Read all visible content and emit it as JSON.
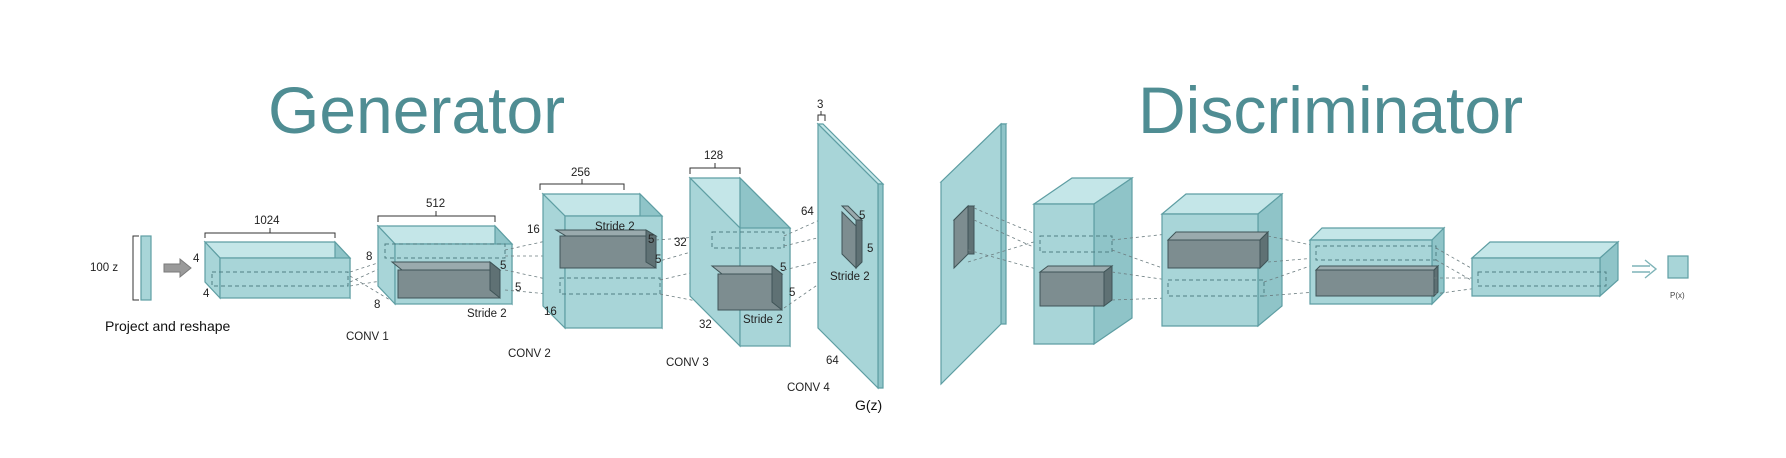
{
  "titles": {
    "generator": "Generator",
    "discriminator": "Discriminator"
  },
  "input": {
    "label": "100 z",
    "project_label": "Project and reshape"
  },
  "generator": {
    "block0": {
      "width": "1024",
      "d1": "4",
      "d2": "4"
    },
    "conv1": {
      "name": "CONV 1",
      "width": "512",
      "d1": "8",
      "d2": "8",
      "k1": "5",
      "k2": "5",
      "stride": "Stride 2"
    },
    "conv2": {
      "name": "CONV 2",
      "width": "256",
      "d1": "16",
      "d2": "16",
      "k1": "5",
      "k2": "5",
      "stride": "Stride 2"
    },
    "conv3": {
      "name": "CONV 3",
      "width": "128",
      "d1": "32",
      "d2": "32",
      "k1": "5",
      "k2": "5",
      "stride": "Stride 2"
    },
    "conv4": {
      "name": "CONV 4",
      "width": "3",
      "d1": "64",
      "d2": "64",
      "k1": "5",
      "k2": "5",
      "stride": "Stride 2"
    },
    "output_label": "G(z)"
  },
  "discriminator": {
    "output_label": "P(x)"
  },
  "colors": {
    "title": "#4f8d93",
    "block_front": "#a8d5d8",
    "block_top": "#c4e6e8",
    "block_side": "#8fc4c8",
    "kernel": "#7d8d90",
    "arrow": "#9a9a9a"
  }
}
